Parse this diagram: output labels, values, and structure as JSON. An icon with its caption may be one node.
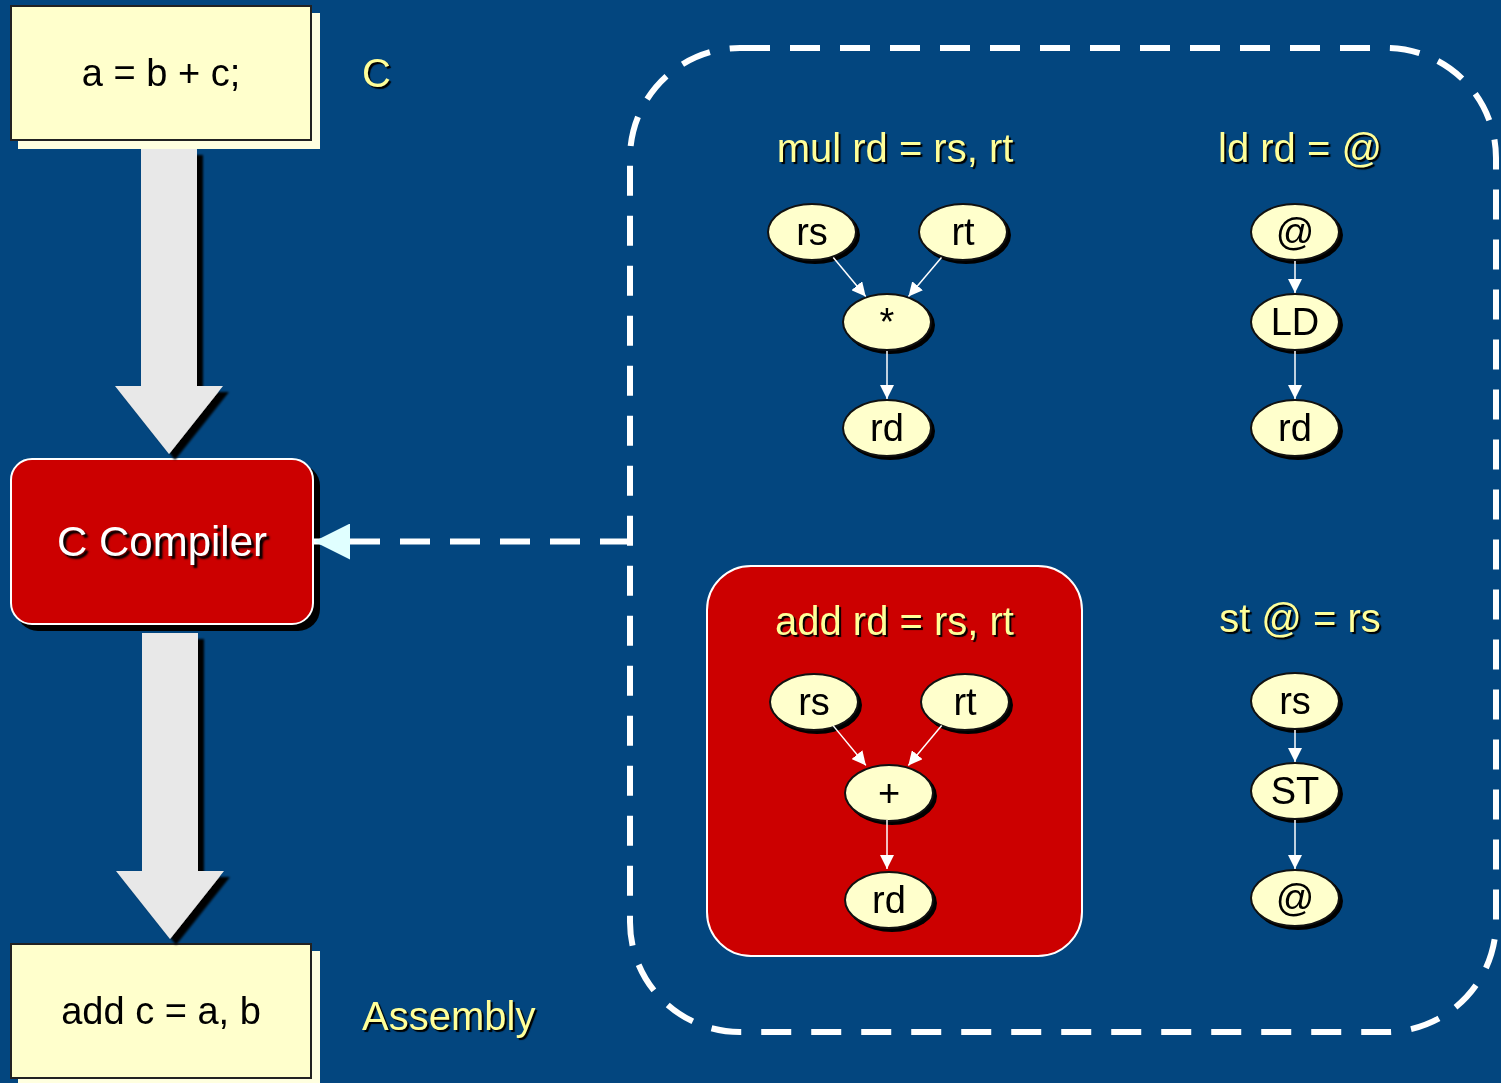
{
  "diagram": {
    "nodes": [
      {
        "text": [
          "a = b + c;"
        ],
        "beside": [
          "C"
        ]
      },
      {
        "text": [
          "C Compiler"
        ]
      },
      {
        "text": [
          "add c = a, b"
        ],
        "beside": [
          "Assembly"
        ]
      },
      {
        "text": [],
        "shape": "box"
      },
      {
        "text": [
          "rs"
        ],
        "in": 3
      },
      {
        "text": [
          "rt"
        ],
        "in": 3
      },
      {
        "text": [
          "*"
        ],
        "in": 3
      },
      {
        "text": [
          "rd"
        ],
        "in": 3
      },
      {
        "text": [
          "@"
        ],
        "in": 3
      },
      {
        "text": [
          "LD"
        ],
        "in": 3
      },
      {
        "text": [
          "rd"
        ],
        "in": 3
      },
      {
        "text": [
          "add rd = rs, rt"
        ],
        "in": 3
      },
      {
        "text": [
          "rs"
        ],
        "in": 11
      },
      {
        "text": [
          "rt"
        ],
        "in": 11
      },
      {
        "text": [
          "+"
        ],
        "in": 11
      },
      {
        "text": [
          "rd"
        ],
        "in": 11
      },
      {
        "text": [
          "rs"
        ],
        "in": 3
      },
      {
        "text": [
          "ST"
        ],
        "in": 3
      },
      {
        "text": [
          "@"
        ],
        "in": 3
      }
    ],
    "edges": [
      {
        "from": 0,
        "to": 1,
        "arrow": "to",
        "style": "thick"
      },
      {
        "from": 1,
        "to": 2,
        "arrow": "to",
        "style": "thick"
      },
      {
        "from": 3,
        "to": 1,
        "arrow": "to",
        "style": "dashed"
      },
      {
        "from": 4,
        "to": 6,
        "arrow": "to"
      },
      {
        "from": 5,
        "to": 6,
        "arrow": "to"
      },
      {
        "from": 6,
        "to": 7,
        "arrow": "to"
      },
      {
        "from": 8,
        "to": 9,
        "arrow": "to"
      },
      {
        "from": 9,
        "to": 10,
        "arrow": "to"
      },
      {
        "from": 12,
        "to": 14,
        "arrow": "to"
      },
      {
        "from": 13,
        "to": 14,
        "arrow": "to"
      },
      {
        "from": 14,
        "to": 15,
        "arrow": "to"
      },
      {
        "from": 16,
        "to": 17,
        "arrow": "to"
      },
      {
        "from": 17,
        "to": 18,
        "arrow": "to"
      }
    ],
    "labels": [
      "mul rd = rs, rt",
      "ld rd = @",
      "st @ = rs"
    ]
  }
}
